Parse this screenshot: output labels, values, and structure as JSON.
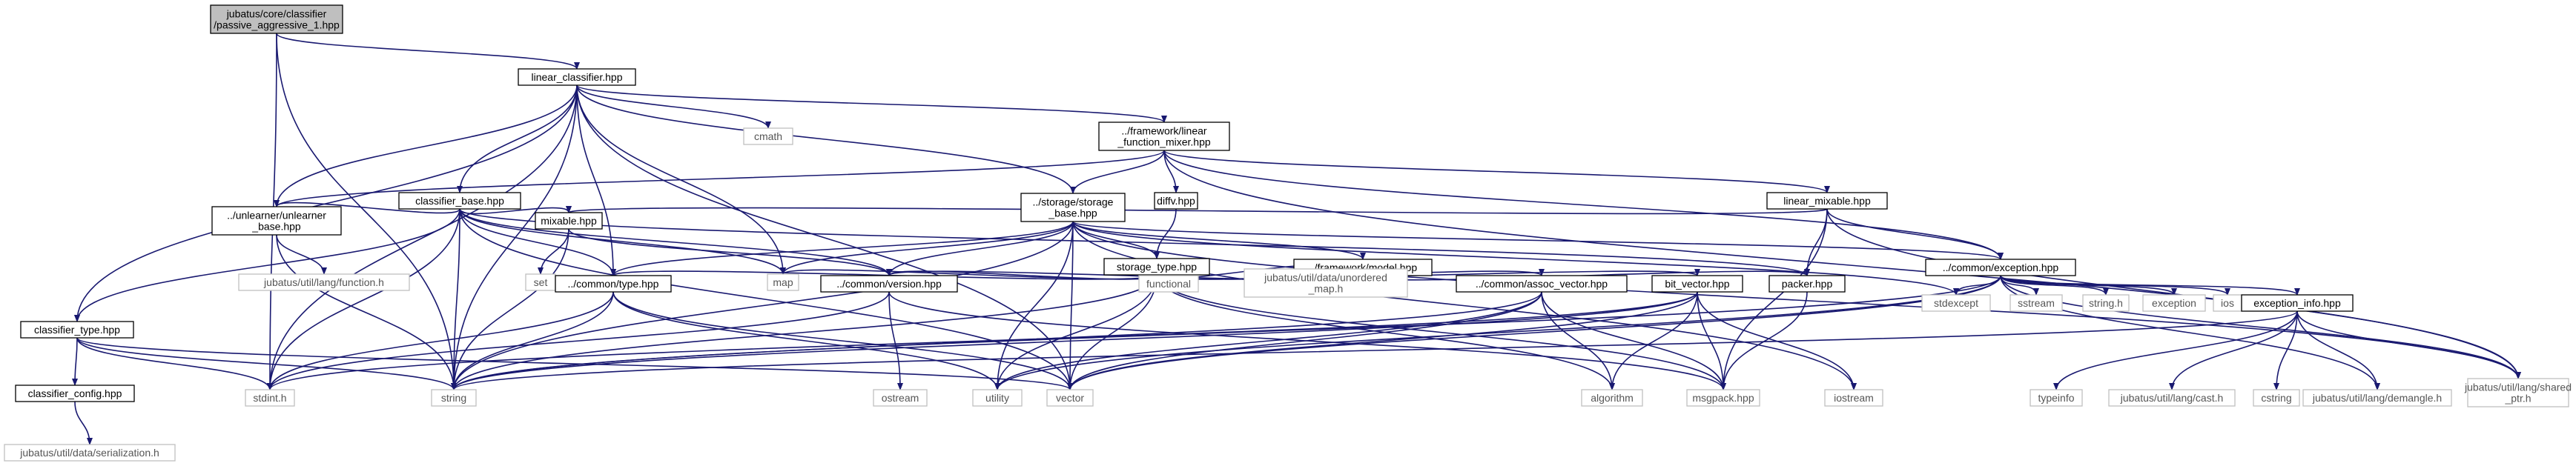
{
  "colors": {
    "edge": "#191970",
    "root_fill": "#bfbfbf",
    "node_border": "#000000",
    "external_border": "#bfbfbf"
  },
  "nodes": [
    {
      "id": "passive",
      "label": [
        "jubatus/core/classifier",
        "/passive_aggressive_1.hpp"
      ],
      "kind": "root"
    },
    {
      "id": "linear_classifier",
      "label": [
        "linear_classifier.hpp"
      ],
      "kind": "local"
    },
    {
      "id": "cmath",
      "label": [
        "cmath"
      ],
      "kind": "external"
    },
    {
      "id": "linear_function_mixer",
      "label": [
        "../framework/linear",
        "_function_mixer.hpp"
      ],
      "kind": "local"
    },
    {
      "id": "classifier_base",
      "label": [
        "classifier_base.hpp"
      ],
      "kind": "local"
    },
    {
      "id": "storage_base",
      "label": [
        "../storage/storage",
        "_base.hpp"
      ],
      "kind": "local"
    },
    {
      "id": "diffv",
      "label": [
        "diffv.hpp"
      ],
      "kind": "local"
    },
    {
      "id": "linear_mixable",
      "label": [
        "linear_mixable.hpp"
      ],
      "kind": "local"
    },
    {
      "id": "unlearner_base",
      "label": [
        "../unlearner/unlearner",
        "_base.hpp"
      ],
      "kind": "local"
    },
    {
      "id": "mixable",
      "label": [
        "mixable.hpp"
      ],
      "kind": "local"
    },
    {
      "id": "storage_type",
      "label": [
        "storage_type.hpp"
      ],
      "kind": "local"
    },
    {
      "id": "framework_model",
      "label": [
        "../framework/model.hpp"
      ],
      "kind": "local"
    },
    {
      "id": "common_exception",
      "label": [
        "../common/exception.hpp"
      ],
      "kind": "local"
    },
    {
      "id": "jub_function",
      "label": [
        "jubatus/util/lang/function.h"
      ],
      "kind": "external"
    },
    {
      "id": "classifier_type",
      "label": [
        "classifier_type.hpp"
      ],
      "kind": "local"
    },
    {
      "id": "set",
      "label": [
        "set"
      ],
      "kind": "external"
    },
    {
      "id": "map",
      "label": [
        "map"
      ],
      "kind": "external"
    },
    {
      "id": "common_type",
      "label": [
        "../common/type.hpp"
      ],
      "kind": "local"
    },
    {
      "id": "common_version",
      "label": [
        "../common/version.hpp"
      ],
      "kind": "local"
    },
    {
      "id": "functional",
      "label": [
        "functional"
      ],
      "kind": "external"
    },
    {
      "id": "unordered_map",
      "label": [
        "jubatus/util/data/unordered",
        "_map.h"
      ],
      "kind": "external"
    },
    {
      "id": "assoc_vector",
      "label": [
        "../common/assoc_vector.hpp"
      ],
      "kind": "local"
    },
    {
      "id": "bit_vector",
      "label": [
        "bit_vector.hpp"
      ],
      "kind": "local"
    },
    {
      "id": "packer",
      "label": [
        "packer.hpp"
      ],
      "kind": "local"
    },
    {
      "id": "stdexcept",
      "label": [
        "stdexcept"
      ],
      "kind": "external"
    },
    {
      "id": "sstream",
      "label": [
        "sstream"
      ],
      "kind": "external"
    },
    {
      "id": "string_h",
      "label": [
        "string.h"
      ],
      "kind": "external"
    },
    {
      "id": "exception",
      "label": [
        "exception"
      ],
      "kind": "external"
    },
    {
      "id": "ios",
      "label": [
        "ios"
      ],
      "kind": "external"
    },
    {
      "id": "exception_info",
      "label": [
        "exception_info.hpp"
      ],
      "kind": "local"
    },
    {
      "id": "classifier_config",
      "label": [
        "classifier_config.hpp"
      ],
      "kind": "local"
    },
    {
      "id": "stdint",
      "label": [
        "stdint.h"
      ],
      "kind": "external"
    },
    {
      "id": "string",
      "label": [
        "string"
      ],
      "kind": "external"
    },
    {
      "id": "ostream",
      "label": [
        "ostream"
      ],
      "kind": "external"
    },
    {
      "id": "utility",
      "label": [
        "utility"
      ],
      "kind": "external"
    },
    {
      "id": "vector",
      "label": [
        "vector"
      ],
      "kind": "external"
    },
    {
      "id": "algorithm",
      "label": [
        "algorithm"
      ],
      "kind": "external"
    },
    {
      "id": "msgpack",
      "label": [
        "msgpack.hpp"
      ],
      "kind": "external"
    },
    {
      "id": "iostream",
      "label": [
        "iostream"
      ],
      "kind": "external"
    },
    {
      "id": "typeinfo",
      "label": [
        "typeinfo"
      ],
      "kind": "external"
    },
    {
      "id": "jub_cast",
      "label": [
        "jubatus/util/lang/cast.h"
      ],
      "kind": "external"
    },
    {
      "id": "cstring",
      "label": [
        "cstring"
      ],
      "kind": "external"
    },
    {
      "id": "jub_demangle",
      "label": [
        "jubatus/util/lang/demangle.h"
      ],
      "kind": "external"
    },
    {
      "id": "shared_ptr",
      "label": [
        "jubatus/util/lang/shared",
        "_ptr.h"
      ],
      "kind": "external"
    },
    {
      "id": "serialization",
      "label": [
        "jubatus/util/data/serialization.h"
      ],
      "kind": "external"
    }
  ],
  "edges": [
    [
      "passive",
      "linear_classifier"
    ],
    [
      "passive",
      "string"
    ],
    [
      "passive",
      "stdint"
    ],
    [
      "linear_classifier",
      "cmath"
    ],
    [
      "linear_classifier",
      "linear_function_mixer"
    ],
    [
      "linear_classifier",
      "classifier_base"
    ],
    [
      "linear_classifier",
      "storage_base"
    ],
    [
      "linear_classifier",
      "unlearner_base"
    ],
    [
      "linear_classifier",
      "classifier_type"
    ],
    [
      "linear_classifier",
      "common_type"
    ],
    [
      "linear_classifier",
      "map"
    ],
    [
      "linear_classifier",
      "string"
    ],
    [
      "linear_classifier",
      "vector"
    ],
    [
      "linear_classifier",
      "stdint"
    ],
    [
      "linear_function_mixer",
      "storage_base"
    ],
    [
      "linear_function_mixer",
      "diffv"
    ],
    [
      "linear_function_mixer",
      "linear_mixable"
    ],
    [
      "linear_function_mixer",
      "unlearner_base"
    ],
    [
      "linear_function_mixer",
      "common_exception"
    ],
    [
      "linear_function_mixer",
      "shared_ptr"
    ],
    [
      "classifier_base",
      "mixable"
    ],
    [
      "classifier_base",
      "unlearner_base"
    ],
    [
      "classifier_base",
      "classifier_type"
    ],
    [
      "classifier_base",
      "common_type"
    ],
    [
      "classifier_base",
      "map"
    ],
    [
      "classifier_base",
      "string"
    ],
    [
      "classifier_base",
      "vector"
    ],
    [
      "classifier_base",
      "stdint"
    ],
    [
      "classifier_base",
      "common_version"
    ],
    [
      "classifier_base",
      "packer"
    ],
    [
      "storage_base",
      "storage_type"
    ],
    [
      "storage_base",
      "framework_model"
    ],
    [
      "storage_base",
      "common_exception"
    ],
    [
      "storage_base",
      "common_type"
    ],
    [
      "storage_base",
      "common_version"
    ],
    [
      "storage_base",
      "map"
    ],
    [
      "storage_base",
      "string"
    ],
    [
      "storage_base",
      "vector"
    ],
    [
      "storage_base",
      "utility"
    ],
    [
      "storage_base",
      "iostream"
    ],
    [
      "storage_base",
      "stdexcept"
    ],
    [
      "storage_base",
      "shared_ptr"
    ],
    [
      "diffv",
      "storage_type"
    ],
    [
      "linear_mixable",
      "mixable"
    ],
    [
      "linear_mixable",
      "common_exception"
    ],
    [
      "linear_mixable",
      "packer"
    ],
    [
      "linear_mixable",
      "msgpack"
    ],
    [
      "linear_mixable",
      "shared_ptr"
    ],
    [
      "unlearner_base",
      "jub_function"
    ],
    [
      "unlearner_base",
      "string"
    ],
    [
      "mixable",
      "set"
    ],
    [
      "mixable",
      "string"
    ],
    [
      "mixable",
      "common_version"
    ],
    [
      "storage_type",
      "map"
    ],
    [
      "storage_type",
      "functional"
    ],
    [
      "storage_type",
      "unordered_map"
    ],
    [
      "storage_type",
      "assoc_vector"
    ],
    [
      "storage_type",
      "bit_vector"
    ],
    [
      "storage_type",
      "common_version"
    ],
    [
      "storage_type",
      "common_type"
    ],
    [
      "storage_type",
      "string"
    ],
    [
      "storage_type",
      "utility"
    ],
    [
      "storage_type",
      "vector"
    ],
    [
      "storage_type",
      "msgpack"
    ],
    [
      "storage_type",
      "algorithm"
    ],
    [
      "framework_model",
      "common_version"
    ],
    [
      "framework_model",
      "packer"
    ],
    [
      "common_exception",
      "stdexcept"
    ],
    [
      "common_exception",
      "sstream"
    ],
    [
      "common_exception",
      "string_h"
    ],
    [
      "common_exception",
      "exception"
    ],
    [
      "common_exception",
      "ios"
    ],
    [
      "common_exception",
      "exception_info"
    ],
    [
      "common_exception",
      "jub_demangle"
    ],
    [
      "common_exception",
      "shared_ptr"
    ],
    [
      "common_exception",
      "string"
    ],
    [
      "common_exception",
      "utility"
    ],
    [
      "common_exception",
      "vector"
    ],
    [
      "classifier_type",
      "classifier_config"
    ],
    [
      "classifier_type",
      "stdint"
    ],
    [
      "classifier_type",
      "string"
    ],
    [
      "classifier_type",
      "vector"
    ],
    [
      "classifier_config",
      "serialization"
    ],
    [
      "common_type",
      "stdint"
    ],
    [
      "common_type",
      "string"
    ],
    [
      "common_type",
      "utility"
    ],
    [
      "common_type",
      "vector"
    ],
    [
      "common_version",
      "ostream"
    ],
    [
      "common_version",
      "stdint"
    ],
    [
      "common_version",
      "msgpack"
    ],
    [
      "assoc_vector",
      "algorithm"
    ],
    [
      "assoc_vector",
      "string"
    ],
    [
      "assoc_vector",
      "utility"
    ],
    [
      "assoc_vector",
      "vector"
    ],
    [
      "assoc_vector",
      "msgpack"
    ],
    [
      "bit_vector",
      "algorithm"
    ],
    [
      "bit_vector",
      "vector"
    ],
    [
      "bit_vector",
      "msgpack"
    ],
    [
      "bit_vector",
      "iostream"
    ],
    [
      "bit_vector",
      "stdint"
    ],
    [
      "bit_vector",
      "string"
    ],
    [
      "packer",
      "msgpack"
    ],
    [
      "exception_info",
      "typeinfo"
    ],
    [
      "exception_info",
      "jub_cast"
    ],
    [
      "exception_info",
      "cstring"
    ],
    [
      "exception_info",
      "jub_demangle"
    ],
    [
      "exception_info",
      "shared_ptr"
    ],
    [
      "exception_info",
      "string"
    ]
  ]
}
